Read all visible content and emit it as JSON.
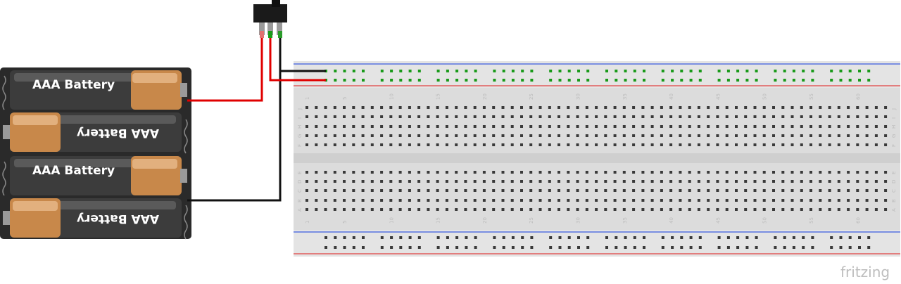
{
  "battery_pack": {
    "cells": [
      {
        "label": "AAA Battery",
        "orientation": "normal"
      },
      {
        "label": "AAA Battery",
        "orientation": "flipped"
      },
      {
        "label": "AAA Battery",
        "orientation": "normal"
      },
      {
        "label": "AAA Battery",
        "orientation": "flipped"
      }
    ]
  },
  "breadboard": {
    "row_labels_top": [
      "J",
      "I",
      "H",
      "G",
      "F"
    ],
    "row_labels_bottom": [
      "E",
      "D",
      "C",
      "B",
      "A"
    ],
    "column_numbers": [
      "1",
      "5",
      "10",
      "15",
      "20",
      "25",
      "30",
      "35",
      "40",
      "45",
      "50",
      "55",
      "60"
    ],
    "column_count": 63,
    "rail_groups": 10
  },
  "wires": {
    "positive_color": "#e00000",
    "ground_color": "#111111",
    "switch_mid_color": "#1a9a1a"
  },
  "colors": {
    "breadboard": "#dcdcdc",
    "hole": "#3a3a3a",
    "connected_hole": "#1a9a1a",
    "rail_red": "#e04040",
    "rail_blue": "#3a5adf",
    "battery_body": "#3c3c3c",
    "battery_cap": "#c8884a",
    "pack": "#2a2a2a"
  },
  "logo_text": "fritzing"
}
